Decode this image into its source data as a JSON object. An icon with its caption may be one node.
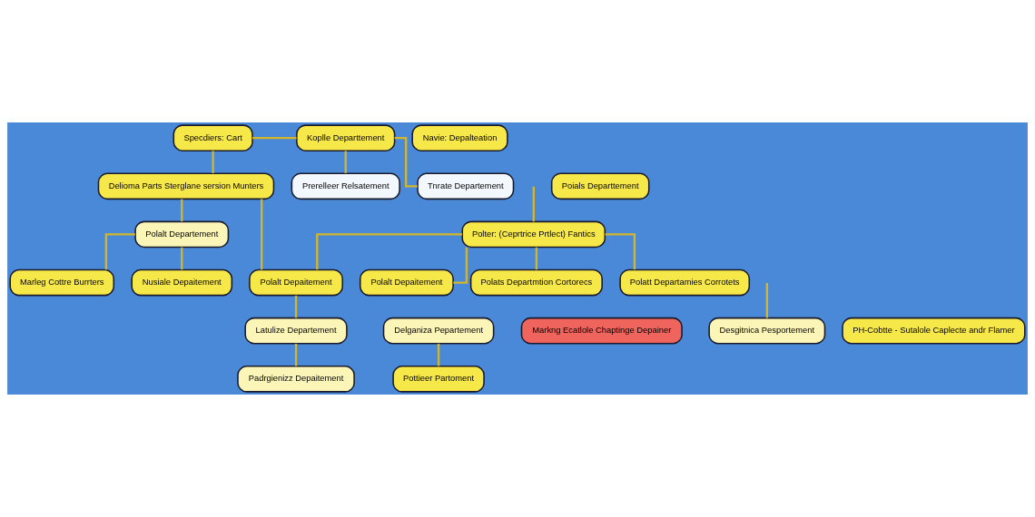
{
  "diagram": {
    "nodes": [
      {
        "text": [
          "Koplle Departtement"
        ]
      },
      {
        "text": [
          "Specdiers: Cart"
        ]
      },
      {
        "text": [
          "Navie: Depalteation"
        ]
      },
      {
        "text": [
          "Prerelleer Relsatement"
        ]
      },
      {
        "text": [
          "Tnrate Departement"
        ]
      },
      {
        "text": [
          "Delioma Parts Sterglane sersion Munters"
        ]
      },
      {
        "text": [
          "Polter: (Ceprtrice Prtlect) Fantics"
        ]
      },
      {
        "text": [
          "Poials Departtement"
        ]
      },
      {
        "text": [
          "Polalt Departement"
        ]
      },
      {
        "text": [
          "Marleg Cottre Burrters"
        ]
      },
      {
        "text": [
          "Nusiale Depaitement"
        ]
      },
      {
        "text": [
          "Polalt Depaitement"
        ]
      },
      {
        "text": [
          "Polalt Depaitement"
        ]
      },
      {
        "text": [
          "Polats Departmtion Cortorecs"
        ]
      },
      {
        "text": [
          "Polatt Departamies Corrotets"
        ]
      },
      {
        "text": [
          "Delganiza Pepartement"
        ]
      },
      {
        "text": [
          "Markng Ecatlole Chaptinge Depainer"
        ]
      },
      {
        "text": [
          "Latulize Departement"
        ]
      },
      {
        "text": [
          "Desgitnica Pesportement"
        ]
      },
      {
        "text": [
          "PH-Cobtte - Sutalole Caplecte andr Flamer"
        ]
      },
      {
        "text": [
          "Pottieer Partoment"
        ]
      },
      {
        "text": [
          "Padrgienizz Depaitement"
        ]
      }
    ],
    "edges": [
      {
        "from": 1,
        "to": 0,
        "arrow": "none"
      },
      {
        "from": 0,
        "to": 3,
        "arrow": "none"
      },
      {
        "from": 0,
        "to": 4,
        "arrow": "none"
      },
      {
        "from": 1,
        "to": 5,
        "arrow": "none"
      },
      {
        "from": 5,
        "to": 8,
        "arrow": "none"
      },
      {
        "from": 5,
        "to": 11,
        "arrow": "none"
      },
      {
        "from": null,
        "to": 6,
        "arrow": "none"
      },
      {
        "from": 6,
        "to": 11,
        "arrow": "none"
      },
      {
        "from": 6,
        "to": 12,
        "arrow": "none"
      },
      {
        "from": 6,
        "to": 13,
        "arrow": "none"
      },
      {
        "from": 6,
        "to": 14,
        "arrow": "none"
      },
      {
        "from": 8,
        "to": 9,
        "arrow": "none"
      },
      {
        "from": 8,
        "to": 10,
        "arrow": "none"
      },
      {
        "from": 11,
        "to": 17,
        "arrow": "none"
      },
      {
        "from": 17,
        "to": 21,
        "arrow": "none"
      },
      {
        "from": null,
        "to": 18,
        "arrow": "none"
      },
      {
        "from": 15,
        "to": 20,
        "arrow": "none"
      }
    ]
  }
}
